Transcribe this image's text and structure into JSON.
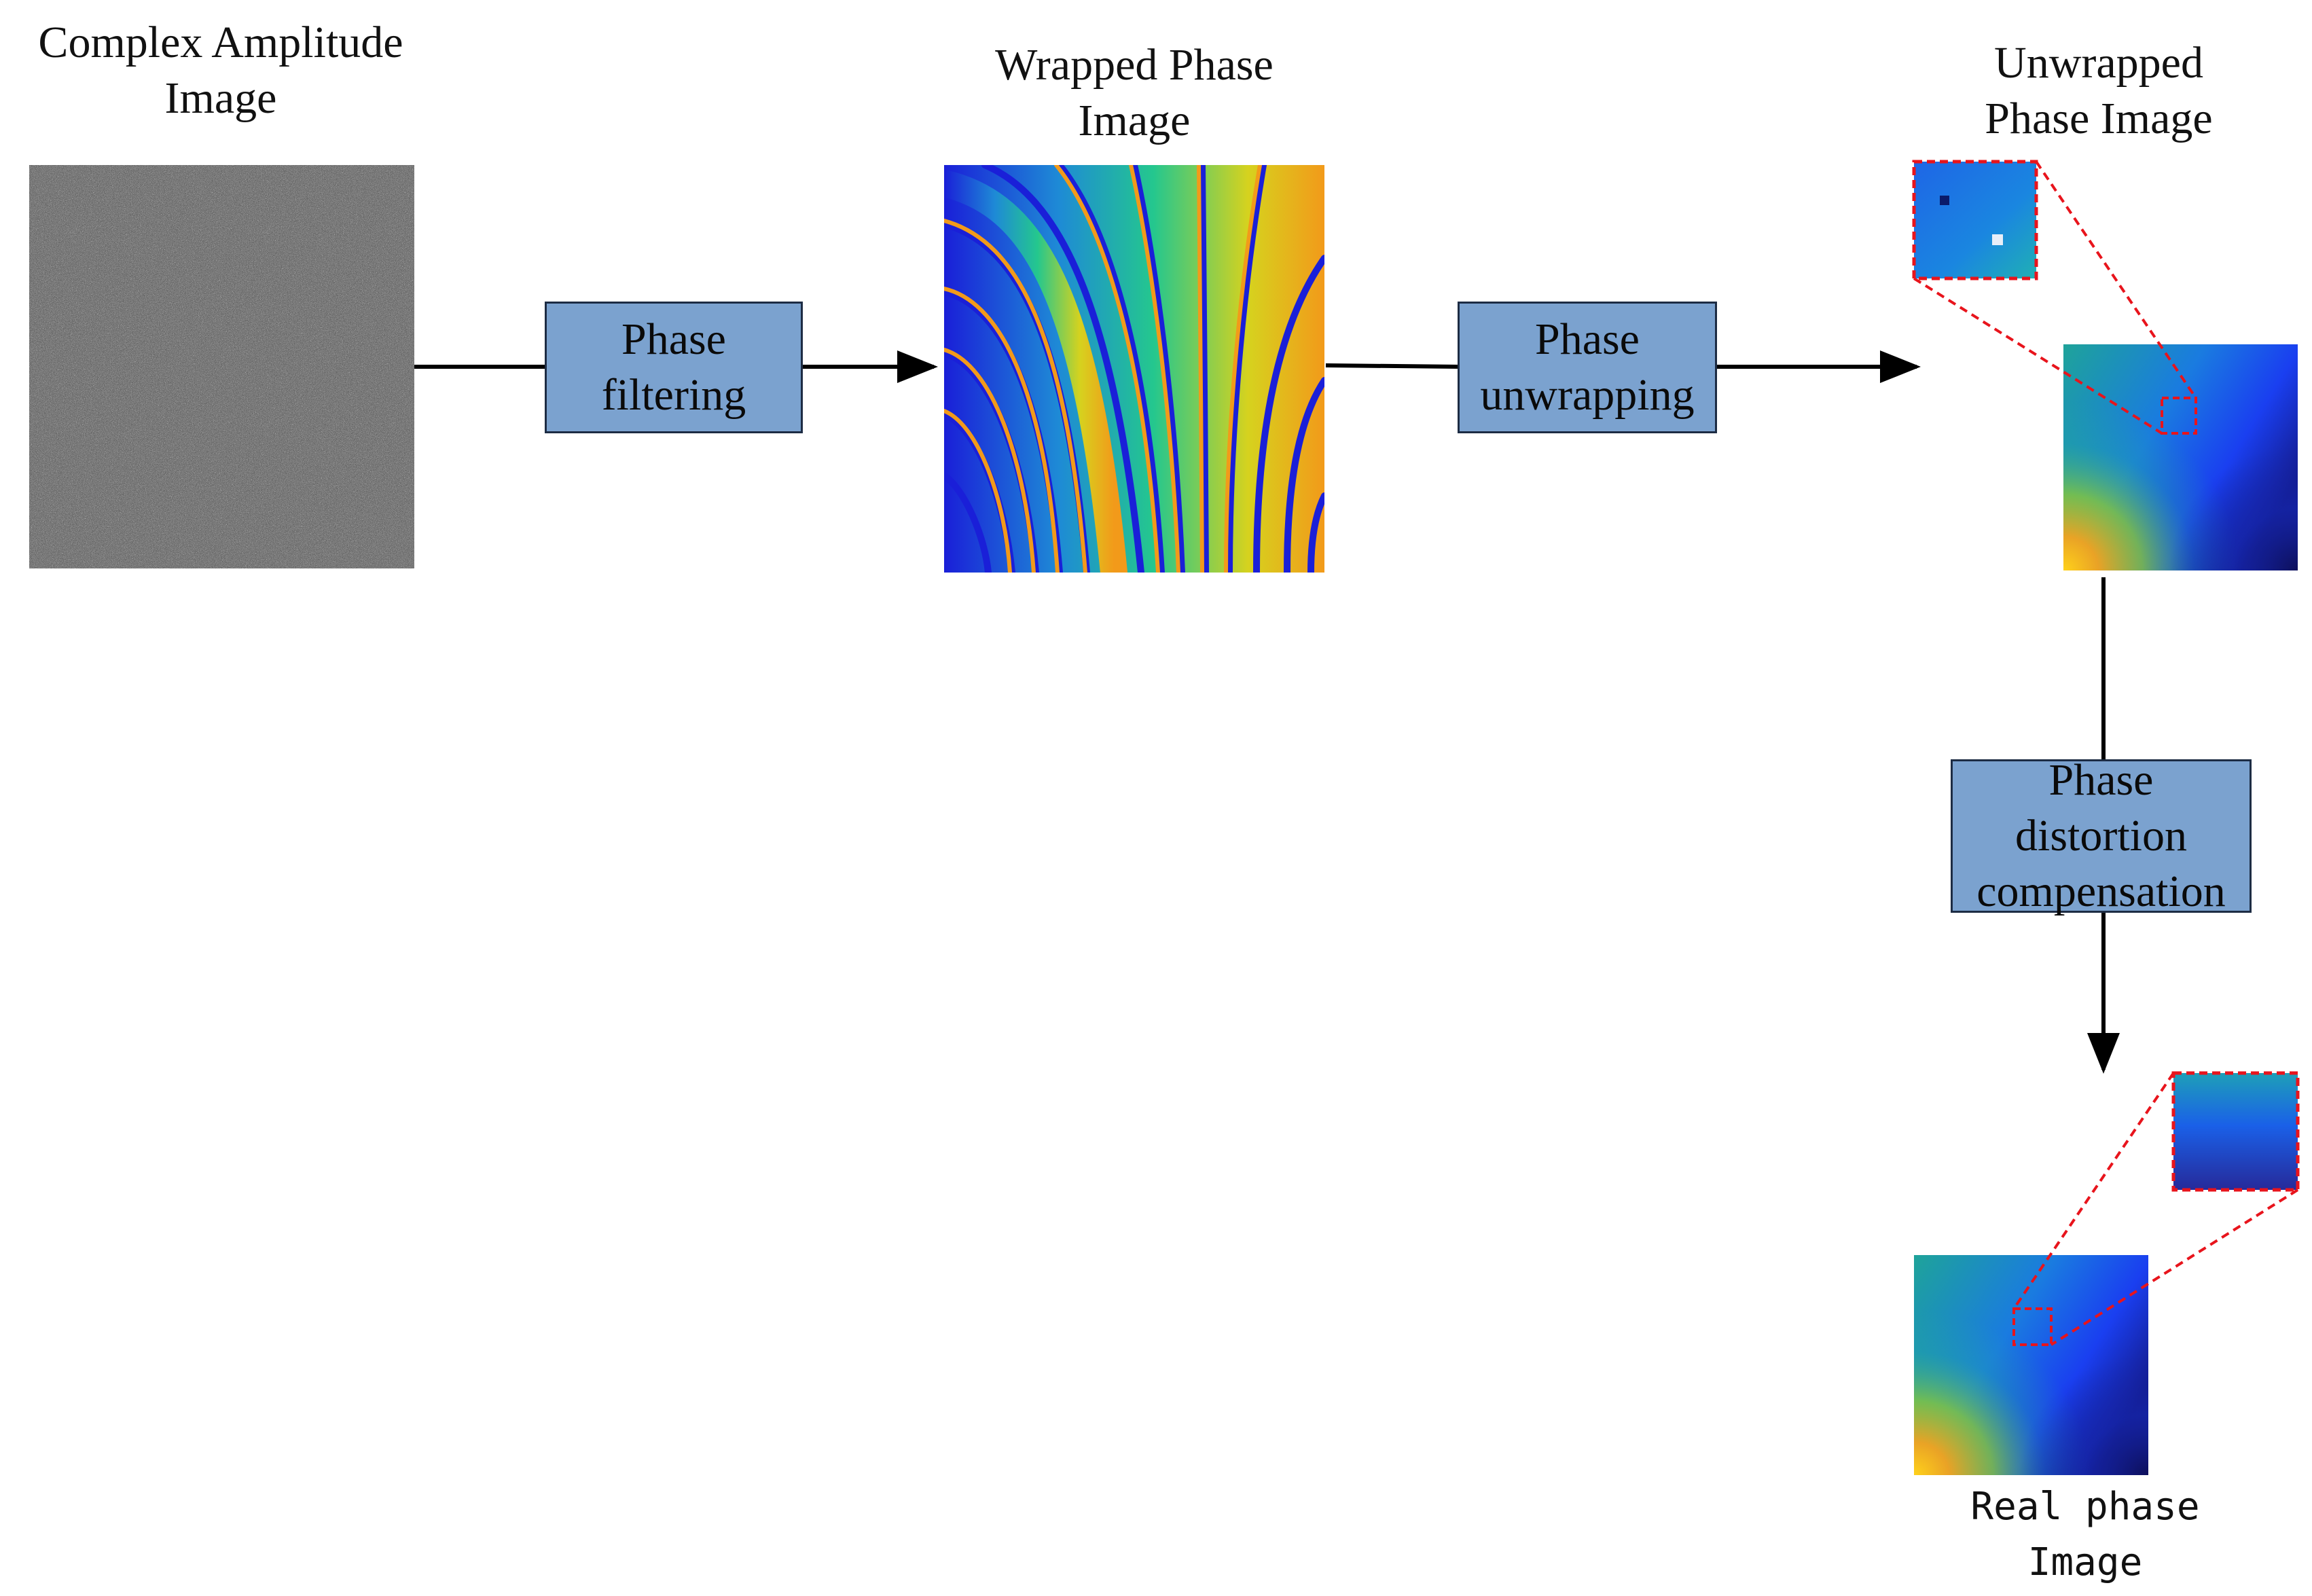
{
  "labels": {
    "complex_amplitude": [
      "Complex Amplitude",
      "Image"
    ],
    "wrapped_phase": [
      "Wrapped Phase",
      "Image"
    ],
    "unwrapped_phase": [
      "Unwrapped",
      "Phase  Image"
    ],
    "real_phase": [
      "Real phase",
      "Image"
    ]
  },
  "steps": {
    "phase_filtering": [
      "Phase",
      "filtering"
    ],
    "phase_unwrapping": [
      "Phase",
      "unwrapping"
    ],
    "phase_distortion_compensation": [
      "Phase",
      "distortion",
      "compensation"
    ]
  },
  "colors": {
    "box_fill": "#7ba2cf",
    "box_border": "#1d2c44",
    "arrow": "#000000",
    "zoom_outline": "#e8141c"
  }
}
